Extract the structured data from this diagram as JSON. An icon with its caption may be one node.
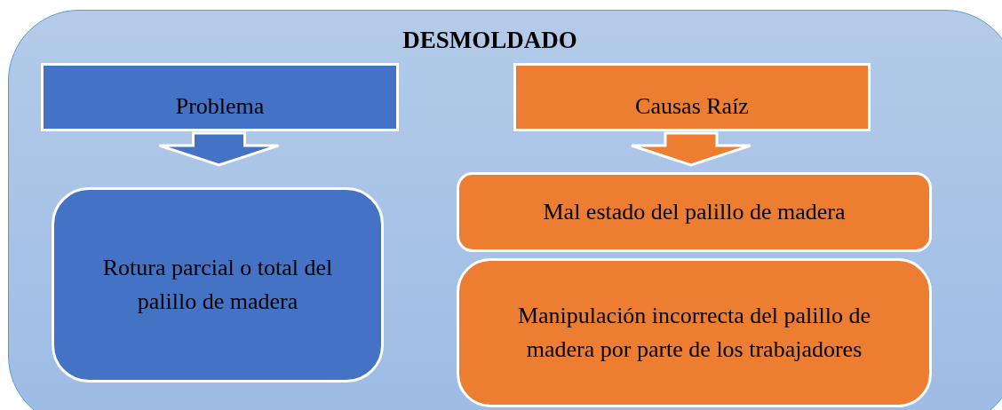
{
  "diagram": {
    "nodes": [
      {
        "text": [
          "DESMOLDADO"
        ]
      },
      {
        "text": [
          "Problema"
        ],
        "in": 0
      },
      {
        "text": [
          "Causas Raíz"
        ],
        "in": 0
      },
      {
        "text": [
          "Rotura parcial o total del palillo de madera"
        ],
        "in": 0
      },
      {
        "text": [
          "Mal estado del palillo de madera"
        ],
        "in": 0
      },
      {
        "text": [
          "Manipulación incorrecta del palillo de madera por parte de los trabajadores"
        ],
        "in": 0
      }
    ],
    "edges": [
      {
        "from": 1,
        "to": 3,
        "arrow": "to"
      },
      {
        "from": 2,
        "to": 4,
        "arrow": "to",
        "color": "#ed7d31"
      }
    ]
  }
}
